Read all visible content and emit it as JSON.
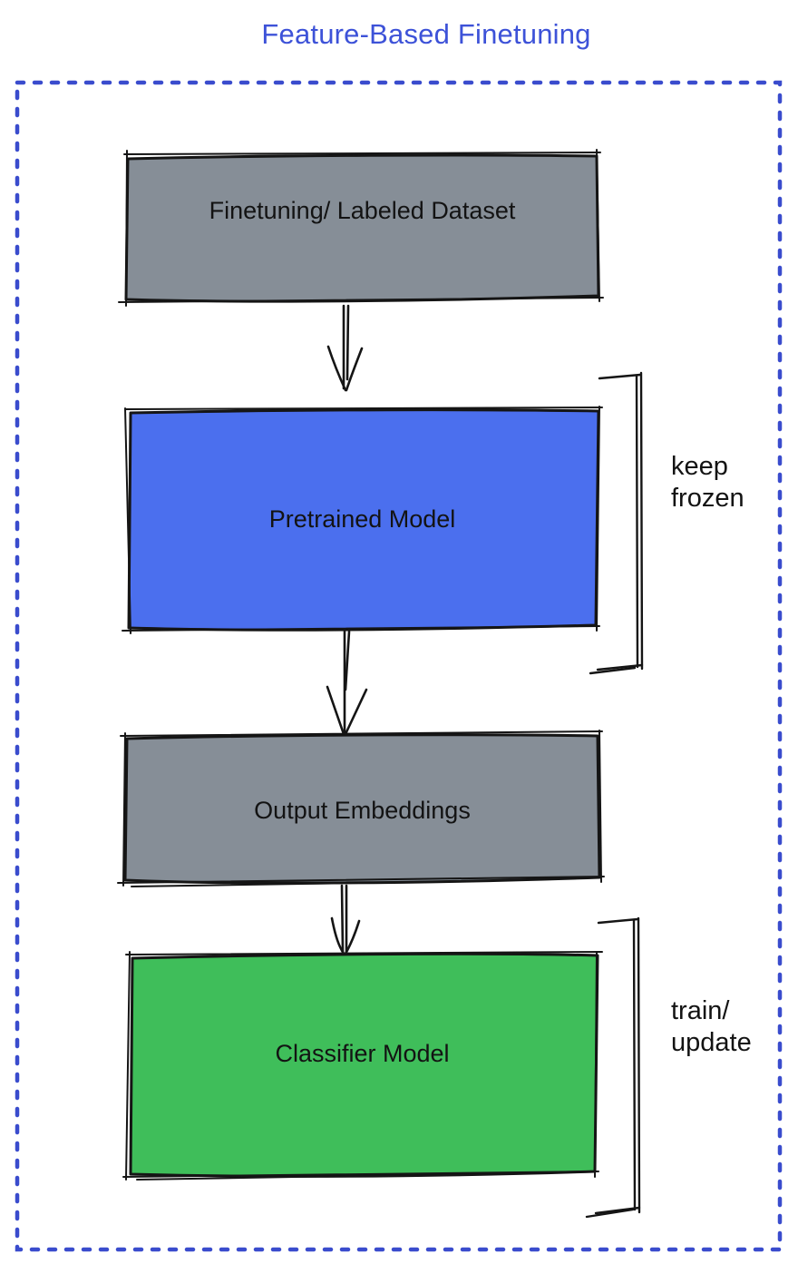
{
  "title": "Feature-Based Finetuning",
  "nodes": {
    "dataset": {
      "label": "Finetuning/ Labeled Dataset",
      "fill": "#868e97"
    },
    "pretrained": {
      "label": "Pretrained Model",
      "fill": "#4b6fee"
    },
    "embeddings": {
      "label": "Output Embeddings",
      "fill": "#868e97"
    },
    "classifier": {
      "label": "Classifier Model",
      "fill": "#3fbe5a"
    }
  },
  "annotations": {
    "keep_frozen": "keep\nfrozen",
    "train_update": "train/\nupdate"
  },
  "colors": {
    "title": "#3d52d8",
    "dashed_border": "#3a4ccd",
    "ink": "#151515"
  }
}
